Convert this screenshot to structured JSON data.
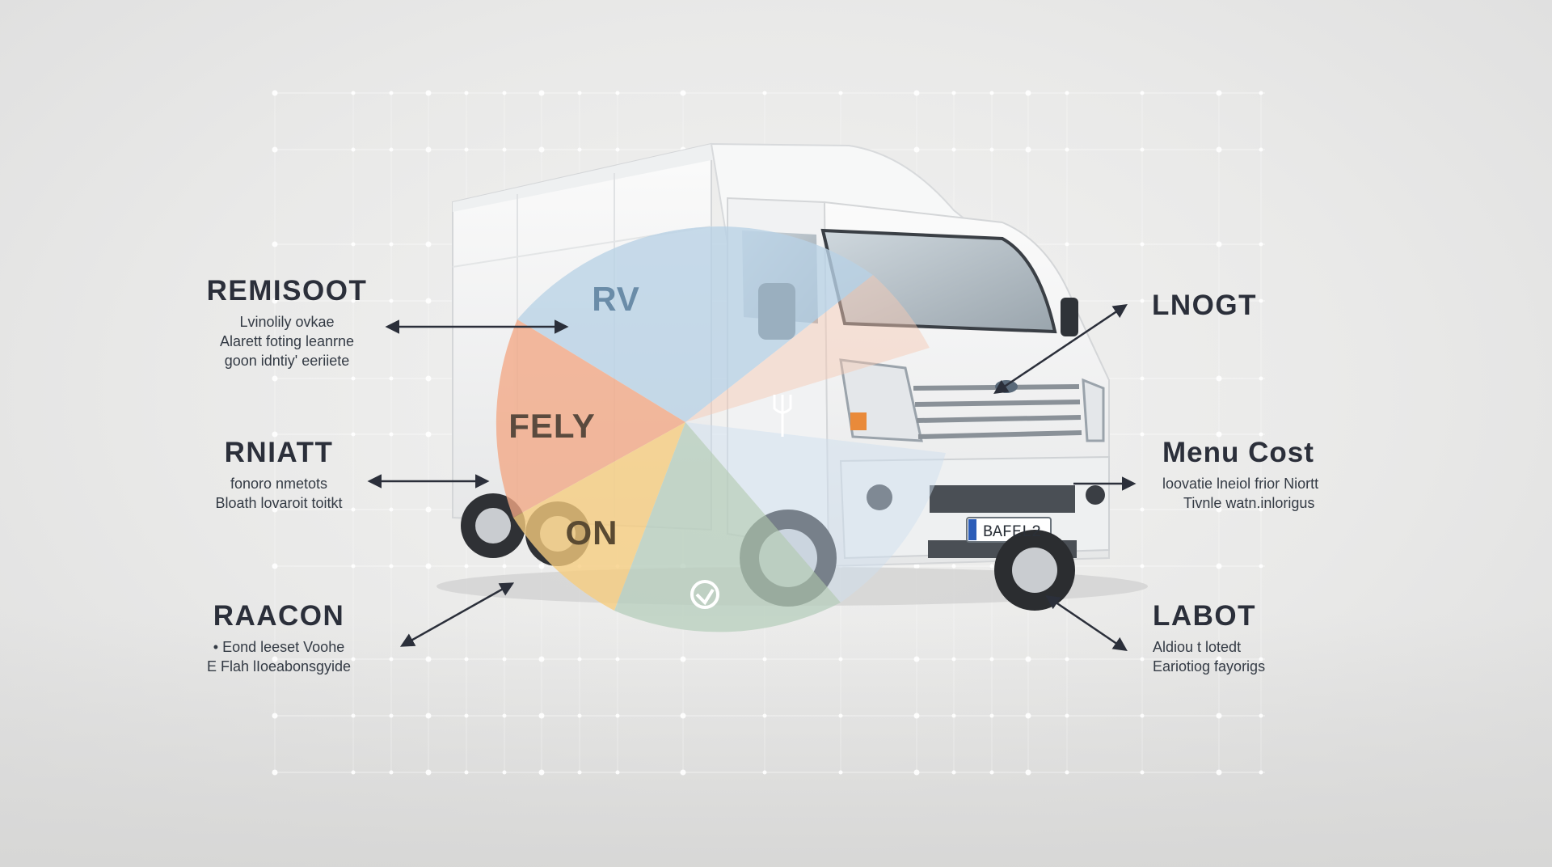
{
  "pie_labels": [
    {
      "text": "RV",
      "color": "#6a8ca8"
    },
    {
      "text": "FELY",
      "color": "#5a4a3e"
    },
    {
      "text": "ON",
      "color": "#5a4a32"
    }
  ],
  "van": {
    "plate": "BAFEL2"
  },
  "callouts": {
    "top_left": {
      "title": "REMISOOT",
      "lines": [
        "Lvinolily ovkae",
        "Alarett foting leanrne",
        "goon idntiy' eeriiete"
      ]
    },
    "middle_left": {
      "title": "RNIATT",
      "lines": [
        "fonoro nmetots",
        "Bloath lovaroit toitkt"
      ]
    },
    "bottom_left": {
      "title": "RAACON",
      "lines": [
        "• Eond leeset Voohe",
        "E Flah lIoeabonsgyide"
      ]
    },
    "top_right": {
      "title": "LNOGT",
      "lines": []
    },
    "middle_right": {
      "title": "Menu Cost",
      "lines": [
        "loovatie lneiol frior Niortt",
        "Tivnle watn.inlorigus"
      ]
    },
    "bottom_right": {
      "title": "LABOT",
      "lines": [
        "Aldiou t lotedt",
        "Eariotiog fayorigs"
      ]
    }
  },
  "colors": {
    "segment_blue": "#b9d2e6",
    "segment_orange": "#f3a885",
    "segment_yellow": "#f7cd7e",
    "segment_green": "#b8cfbe",
    "text_dark": "#2b2f3a"
  }
}
